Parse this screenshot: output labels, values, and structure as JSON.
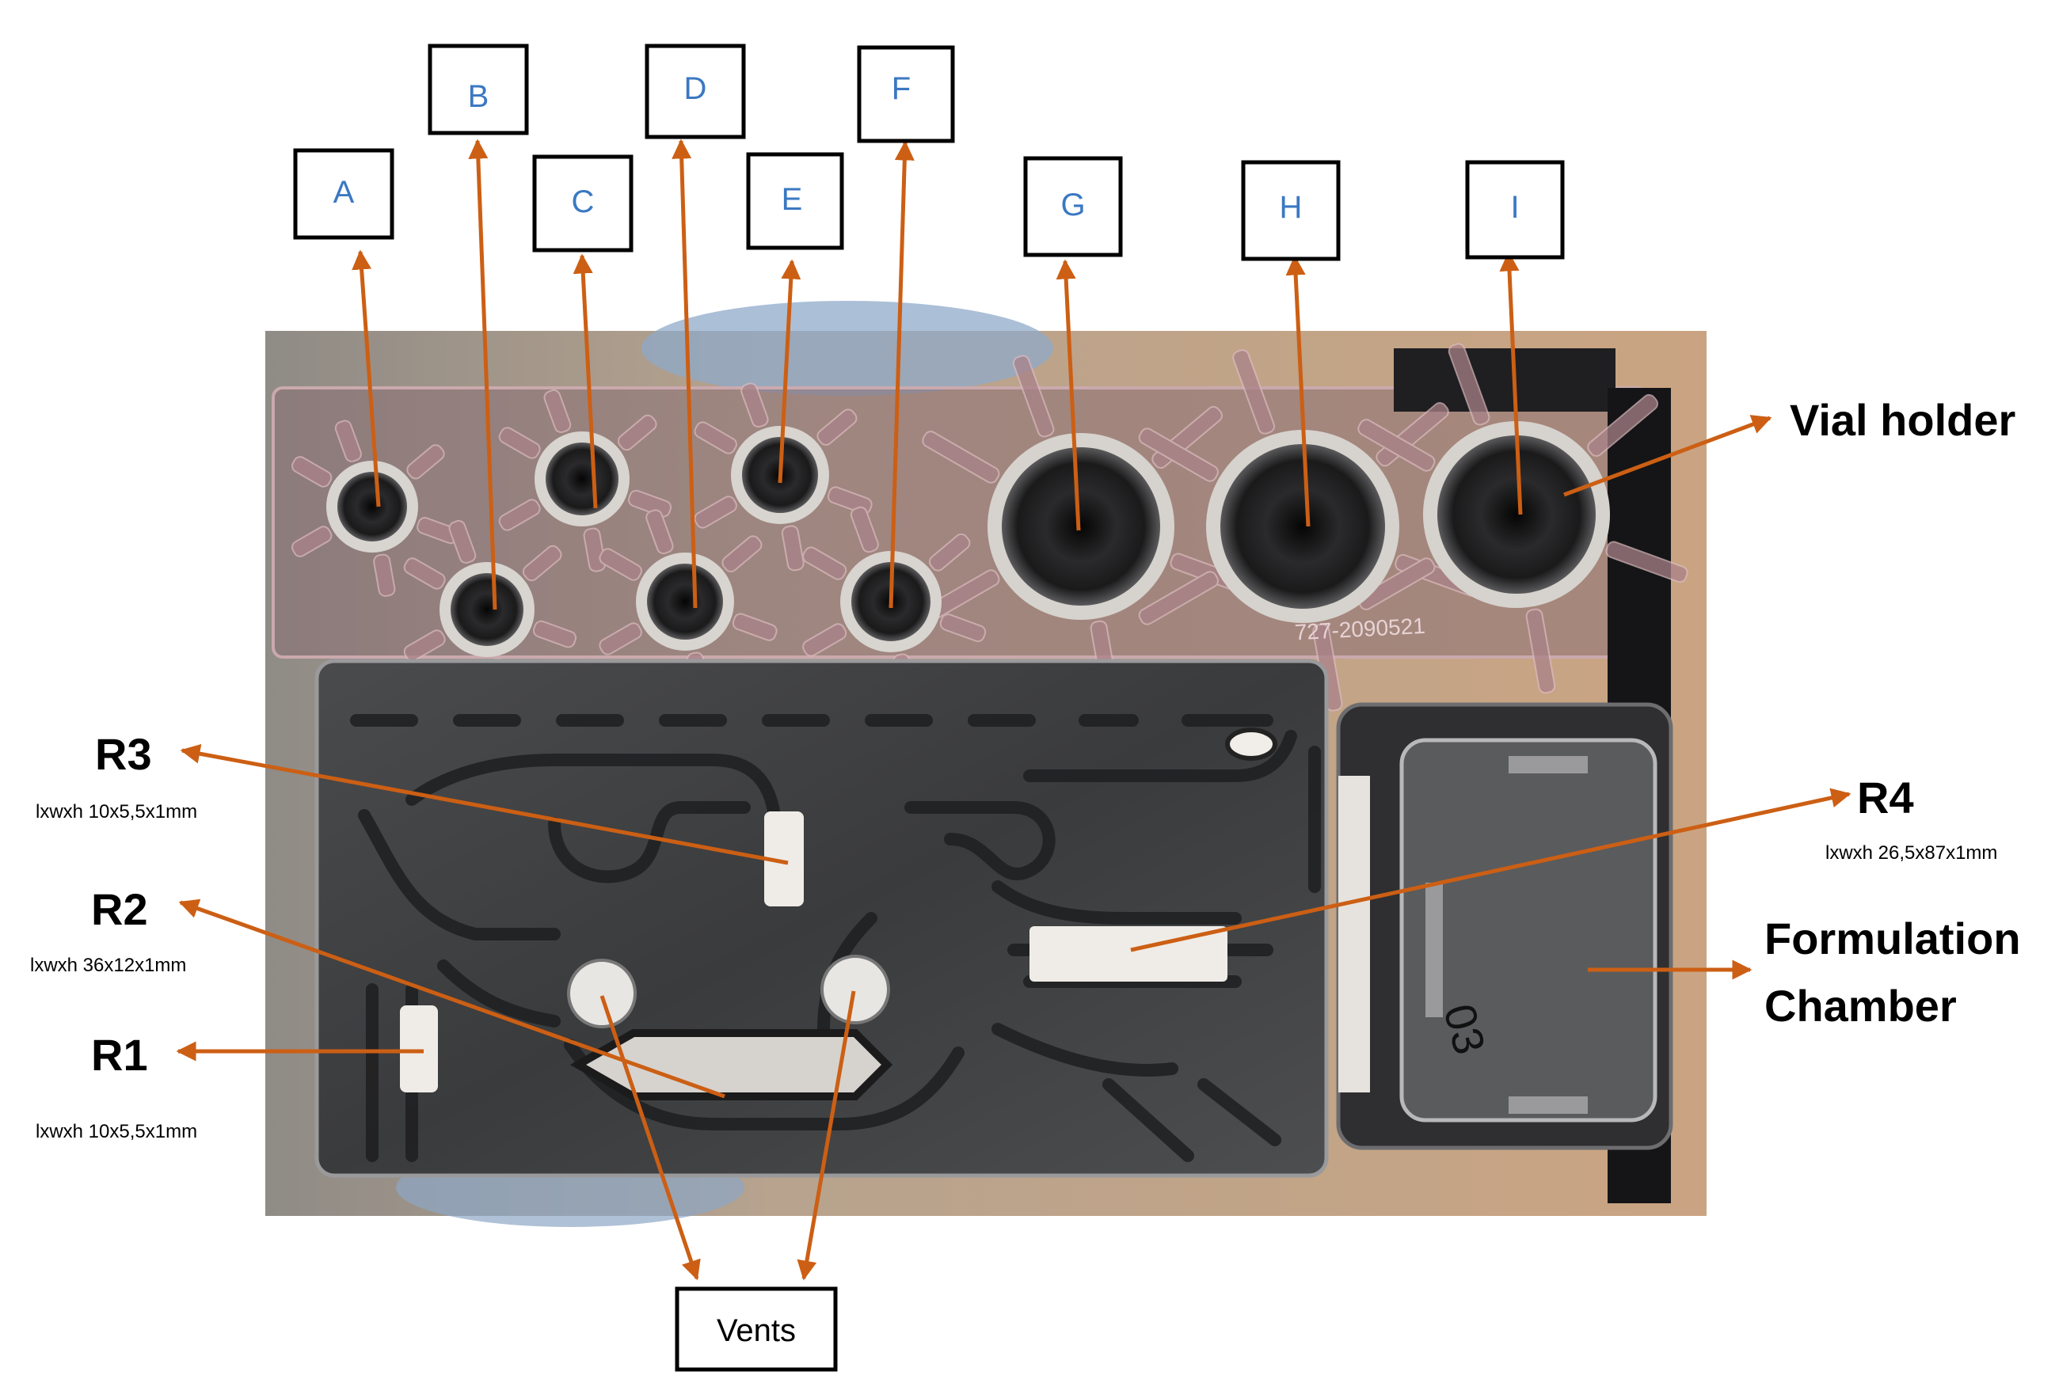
{
  "figure": {
    "vial_labels": [
      "A",
      "B",
      "C",
      "D",
      "E",
      "F",
      "G",
      "H",
      "I"
    ],
    "regions": {
      "vial_holder": "Vial holder",
      "formulation_chamber_line1": "Formulation",
      "formulation_chamber_line2": "Chamber",
      "vents": "Vents"
    },
    "reactors": [
      {
        "name": "R3",
        "dims": "lxwxh 10x5,5x1mm"
      },
      {
        "name": "R2",
        "dims": "lxwxh 36x12x1mm"
      },
      {
        "name": "R1",
        "dims": "lxwxh 10x5,5x1mm"
      },
      {
        "name": "R4",
        "dims": "lxwxh 26,5x87x1mm"
      }
    ],
    "photo_marking": "727-2090521",
    "chamber_marking": "03",
    "colors": {
      "arrow": "#cc5f14",
      "box_label_text": "#3b78c2",
      "photo_background": "#b9a28a",
      "plate": "#3e3f40",
      "chamber": "#2c2c2e"
    }
  }
}
